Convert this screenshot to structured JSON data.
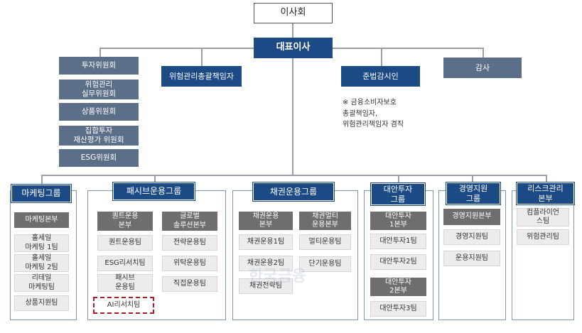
{
  "top": {
    "board": "이사회",
    "ceo": "대표이사"
  },
  "committees": [
    "투자위원회",
    "위험관리\n실무위원회",
    "상품위원회",
    "집합투자\n재산평가 위원회",
    "ESG위원회"
  ],
  "officers": {
    "risk_officer": "위험관리총괄책임자",
    "compliance": "준법감시인",
    "audit": "감사"
  },
  "note": "※ 금융소비자보호\n총괄책임자,\n위험관리책임자 겸직",
  "watermark": "한국금융",
  "groups": {
    "marketing": {
      "title": "마케팅그룹",
      "items": [
        "마케팅본부",
        "홀세일\n마케팅 1팀",
        "홀세일\n마케팅 2팀",
        "리테일\n마케팅팀",
        "상품지원팀"
      ]
    },
    "passive": {
      "title": "패시브운용그룹",
      "col1": {
        "head": "퀀트운용\n본부",
        "items": [
          "퀀트운용팀",
          "ESG리서치팀",
          "패시브\n운용팀",
          "AI리서치팀"
        ]
      },
      "col2": {
        "head": "글로벌\n솔루션본부",
        "items": [
          "전략운용팀",
          "위탁운용팀",
          "직접운용팀"
        ]
      }
    },
    "bond": {
      "title": "채권운용그룹",
      "col1": {
        "head": "채권운용\n본부",
        "items": [
          "채권운용1팀",
          "채권운용2팀",
          "채권전략팀"
        ]
      },
      "col2": {
        "head": "채권멀티\n운용본부",
        "items": [
          "멀티운용팀",
          "단기운용팀"
        ]
      }
    },
    "alt": {
      "title": "대안투자\n그룹",
      "div1": {
        "head": "대안투자\n1본부",
        "items": [
          "대안투자1팀",
          "대안투자2팀"
        ]
      },
      "div2": {
        "head": "대안투자\n2본부",
        "items": [
          "대안투자3팀"
        ]
      }
    },
    "mgmt": {
      "title": "경영지원\n그룹",
      "head": "경영지원본부",
      "items": [
        "경영지원팀",
        "운용지원팀"
      ]
    },
    "risk": {
      "title": "리스크관리\n본부",
      "items": [
        "컴플라이언\n스팀",
        "위험관리팀"
      ]
    }
  }
}
